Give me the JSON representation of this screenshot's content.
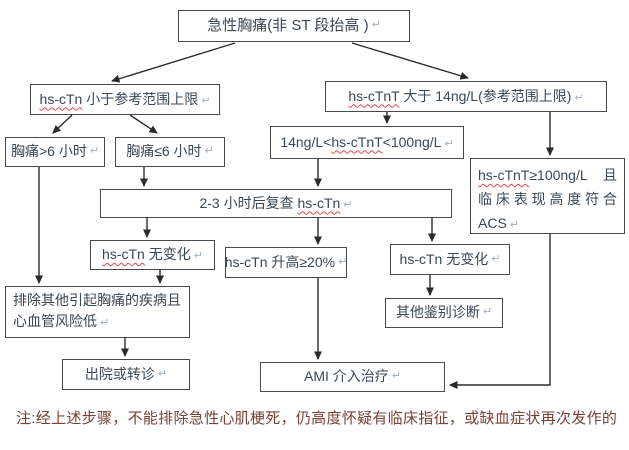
{
  "nodes": {
    "top": {
      "text": "急性胸痛(非 ST 段抬高 )"
    },
    "lt_limit": {
      "term": "hs-cTn",
      "rest": " 小于参考范围上限"
    },
    "gt_14": {
      "term": "hs-cTnT",
      "rest": " 大于 14ng/L(参考范围上限)"
    },
    "pain_gt6": {
      "text": "胸痛>6 小时"
    },
    "pain_le6": {
      "text": "胸痛≤6 小时"
    },
    "between_14_100": {
      "pre": "14ng/L<",
      "term": "hs-cTnT",
      "rest": "<100ng/L"
    },
    "acs": {
      "term": "hs-cTnT",
      "rest": "≥100ng/L 且临床表现高度符合 ACS"
    },
    "recheck": {
      "pre": "2-3 小时后复查 ",
      "term": "hs-cTn"
    },
    "no_change_left": {
      "term": "hs-cTn",
      "rest": " 无变化"
    },
    "rise_20": {
      "text": "hs-cTn 升高≥20%"
    },
    "no_change_right": {
      "text": "hs-cTn 无变化"
    },
    "exclude": {
      "text": "排除其他引起胸痛的疾病且心血管风险低"
    },
    "other_dx": {
      "text": "其他鉴别诊断"
    },
    "discharge": {
      "text": "出院或转诊"
    },
    "ami": {
      "text": "AMI 介入治疗"
    }
  },
  "note": "注:经上述步骤，不能排除急性心肌梗死，仍高度怀疑有临床指征，或缺血症状再次发作的",
  "marks": {
    "return": "↵"
  },
  "colors": {
    "box_border": "#4a4a4a",
    "box_text": "#3a4756",
    "arrow": "#2b2b2b",
    "note_text": "#7a4033",
    "spellcheck_underline": "#e04b4b"
  }
}
